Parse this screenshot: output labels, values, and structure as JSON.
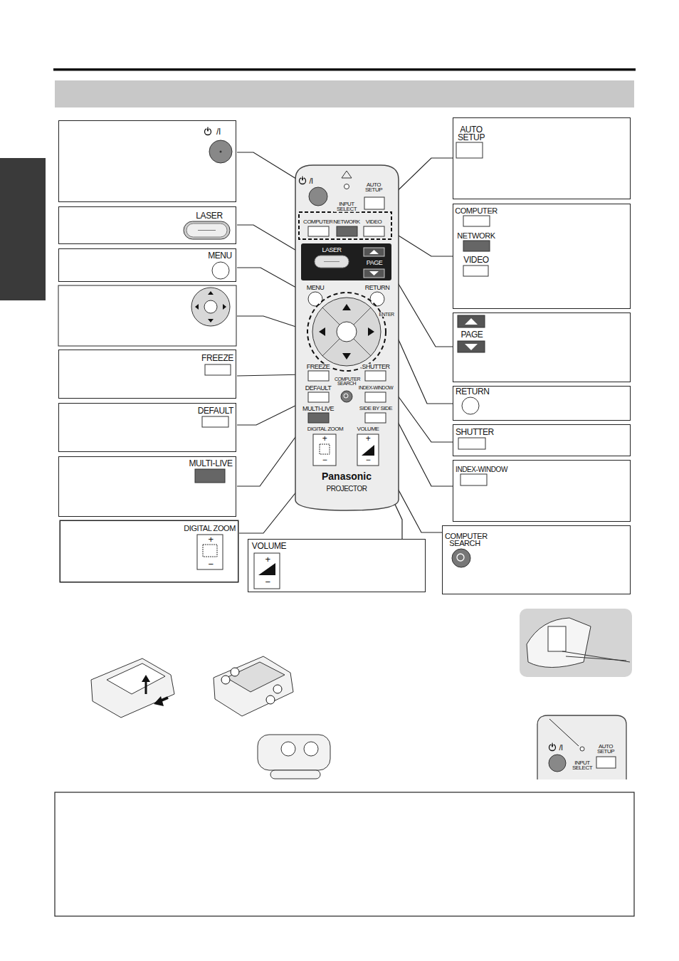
{
  "diagram": {
    "nodes": [
      {
        "text": [
          "/I"
        ]
      },
      {
        "text": [
          "LASER"
        ]
      },
      {
        "text": [
          "MENU"
        ]
      },
      {
        "text": [
          "FREEZE"
        ]
      },
      {
        "text": [
          "DEFAULT"
        ]
      },
      {
        "text": [
          "MULTI-LIVE"
        ]
      },
      {
        "text": [
          "DIGITAL ZOOM",
          "+",
          "−"
        ]
      },
      {
        "text": [
          "VOLUME",
          "+",
          "−"
        ]
      },
      {
        "text": [
          "AUTO SETUP"
        ]
      },
      {
        "text": [
          "COMPUTER",
          "NETWORK",
          "VIDEO"
        ]
      },
      {
        "text": [
          "PAGE"
        ]
      },
      {
        "text": [
          "RETURN"
        ]
      },
      {
        "text": [
          "SHUTTER"
        ]
      },
      {
        "text": [
          "INDEX-WINDOW"
        ]
      },
      {
        "text": [
          "COMPUTER SEARCH"
        ]
      }
    ],
    "labels": [
      "/I",
      "AUTO SETUP",
      "INPUT SELECT",
      "COMPUTER",
      "NETWORK",
      "VIDEO",
      "LASER",
      "PAGE",
      "MENU",
      "RETURN",
      "ENTER",
      "FREEZE",
      "SHUTTER",
      "COMPUTER SEARCH",
      "DEFAULT",
      "INDEX-WINDOW",
      "MULTI-LIVE",
      "SIDE BY SIDE",
      "DIGITAL ZOOM",
      "VOLUME",
      "+",
      "−",
      "+",
      "−",
      "Panasonic",
      "PROJECTOR",
      "/I",
      "AUTO SETUP",
      "INPUT SELECT"
    ]
  }
}
